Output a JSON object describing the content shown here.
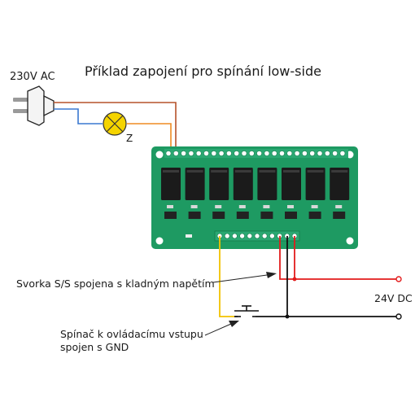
{
  "title": "Příklad zapojení pro spínání low-side",
  "mains_label": "230V AC",
  "lamp_label": "Z",
  "ss_note": "Svorka S/S spojena s kladným napětím",
  "dc_label": "24V DC",
  "switch_note": {
    "line1": "Spínač k ovládacímu vstupu",
    "line2": "spojen s GND"
  },
  "colors": {
    "board": "#1e9a62",
    "relay": "#1b1b1b",
    "wire_brown": "#b5522a",
    "wire_blue": "#3a78d0",
    "wire_orange": "#ef8b22",
    "wire_red": "#e21b1b",
    "wire_black": "#111111",
    "wire_yellow": "#f2c200",
    "lamp": "#f5d400"
  }
}
